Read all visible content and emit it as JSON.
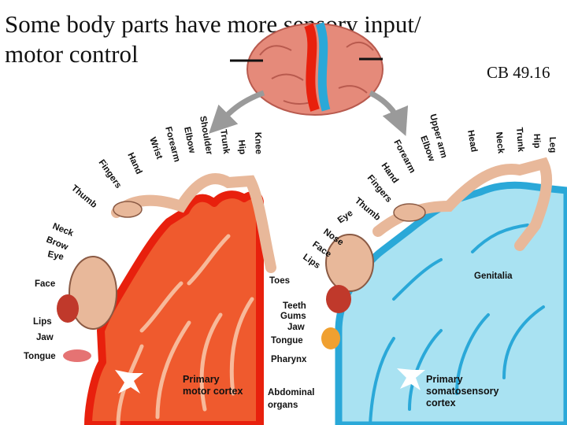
{
  "title_line1": "Some body parts have more sensory input/",
  "title_line2": "motor control",
  "citation": "CB 49.16",
  "colors": {
    "motor_cortex": "#ef5a2e",
    "motor_cortex_edge": "#e8200d",
    "sensory_cortex": "#a9e2f2",
    "sensory_cortex_edge": "#2aa8d8",
    "brain": "#e58a7a",
    "skin": "#e8b89a"
  },
  "motor_arc_labels": [
    "Thumb",
    "Fingers",
    "Hand",
    "Wrist",
    "Forearm",
    "Elbow",
    "Shoulder",
    "Trunk",
    "Hip",
    "Knee"
  ],
  "motor_side_labels": [
    "Neck",
    "Brow",
    "Eye",
    "Face",
    "Lips",
    "Jaw",
    "Tongue"
  ],
  "motor_lower_labels": [
    "Toes",
    "Pharynx",
    "Abdominal",
    "organs"
  ],
  "teeth_labels": [
    "Teeth",
    "Gums",
    "Jaw",
    "Tongue"
  ],
  "motor_cortex_label": [
    "Primary",
    "motor cortex"
  ],
  "sensory_arc_labels": [
    "Eye",
    "Thumb",
    "Fingers",
    "Hand",
    "Forearm",
    "Elbow",
    "Upper arm",
    "Head",
    "Neck",
    "Trunk",
    "Hip",
    "Leg"
  ],
  "sensory_side_labels": [
    "Nose",
    "Face",
    "Lips"
  ],
  "sensory_genital_label": "Genitalia",
  "sensory_cortex_label": [
    "Primary",
    "somatosensory",
    "cortex"
  ]
}
